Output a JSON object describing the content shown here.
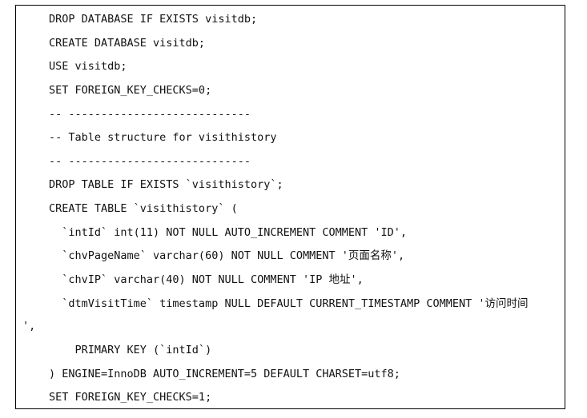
{
  "code": {
    "lines": [
      "DROP DATABASE IF EXISTS visitdb;",
      "CREATE DATABASE visitdb;",
      "USE visitdb;",
      "SET FOREIGN_KEY_CHECKS=0;",
      "-- ----------------------------",
      "-- Table structure for visithistory",
      "-- ----------------------------",
      "DROP TABLE IF EXISTS `visithistory`;",
      "CREATE TABLE `visithistory` (",
      "  `intId` int(11) NOT NULL AUTO_INCREMENT COMMENT 'ID',",
      "  `chvPageName` varchar(60) NOT NULL COMMENT '页面名称',",
      "  `chvIP` varchar(40) NOT NULL COMMENT 'IP 地址',",
      "  `dtmVisitTime` timestamp NULL DEFAULT CURRENT_TIMESTAMP COMMENT '访问时间",
      "',",
      "    PRIMARY KEY (`intId`)",
      ") ENGINE=InnoDB AUTO_INCREMENT=5 DEFAULT CHARSET=utf8;",
      "SET FOREIGN_KEY_CHECKS=1;"
    ]
  }
}
